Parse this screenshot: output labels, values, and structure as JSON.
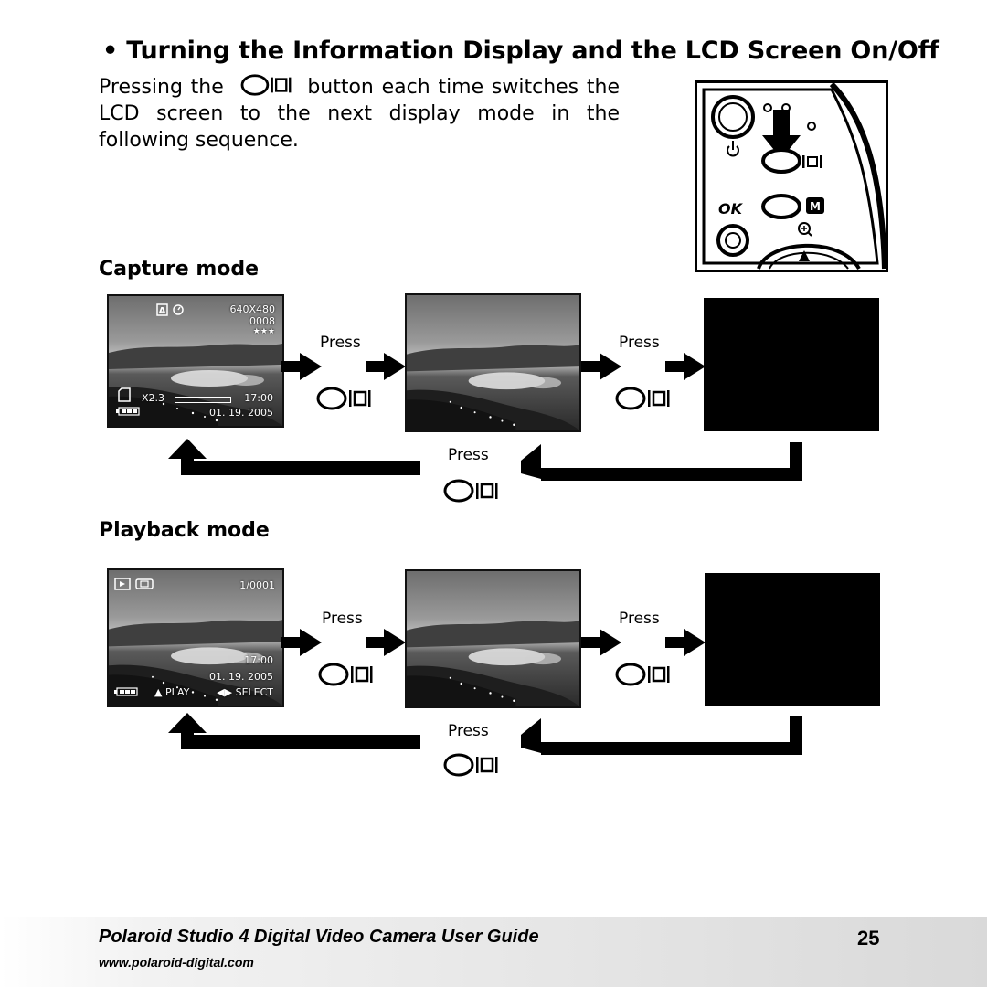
{
  "title": "• Turning the Information Display and the LCD Screen On/Off",
  "intro": {
    "before_icon": "Pressing the",
    "after_icon": "button each time switches the LCD screen to the next display mode in the following sequence."
  },
  "camera_illustration": {
    "ok_label": "OK",
    "m_label": "M"
  },
  "capture": {
    "heading": "Capture mode",
    "osd": {
      "resolution": "640X480",
      "count": "0008",
      "quality": "★★★",
      "zoom": "X2.3",
      "time": "17:00",
      "date": "01. 19. 2005"
    },
    "press_labels": [
      "Press",
      "Press",
      "Press"
    ]
  },
  "playback": {
    "heading": "Playback mode",
    "osd": {
      "frame": "1/0001",
      "time": "17:00",
      "date": "01. 19. 2005",
      "play": "▲ PLAY",
      "select": "◀▶ SELECT"
    },
    "press_labels": [
      "Press",
      "Press",
      "Press"
    ]
  },
  "footer": {
    "guide_title": "Polaroid Studio 4 Digital Video Camera User Guide",
    "url": "www.polaroid-digital.com",
    "page": "25"
  },
  "icons": {
    "display_button": "display-button-icon",
    "arrow": "arrow-right-icon",
    "return_arrow": "return-arrow-icon"
  }
}
